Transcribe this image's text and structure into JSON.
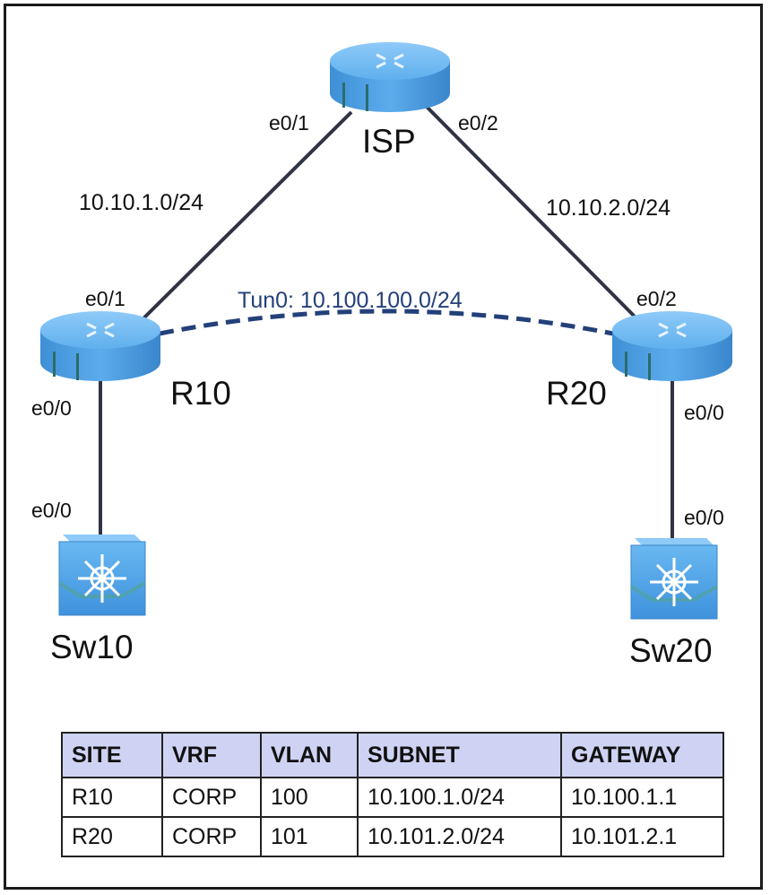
{
  "nodes": {
    "isp": "ISP",
    "r10": "R10",
    "r20": "R20",
    "sw10": "Sw10",
    "sw20": "Sw20"
  },
  "ports": {
    "isp_left": "e0/1",
    "isp_right": "e0/2",
    "r10_wan": "e0/1",
    "r10_lan": "e0/0",
    "sw10_port": "e0/0",
    "r20_wan": "e0/2",
    "r20_lan": "e0/0",
    "sw20_port": "e0/0"
  },
  "links": {
    "isp_r10_subnet": "10.10.1.0/24",
    "isp_r20_subnet": "10.10.2.0/24",
    "tunnel": "Tun0: 10.100.100.0/24"
  },
  "colors": {
    "device": "#4a9fe6",
    "link": "#2f3345",
    "tunnel": "#23407a",
    "table_header": "#cfd3f3"
  },
  "table": {
    "headers": [
      "SITE",
      "VRF",
      "VLAN",
      "SUBNET",
      "GATEWAY"
    ],
    "rows": [
      [
        "R10",
        "CORP",
        "100",
        "10.100.1.0/24",
        "10.100.1.1"
      ],
      [
        "R20",
        "CORP",
        "101",
        "10.101.2.0/24",
        "10.101.2.1"
      ]
    ]
  }
}
